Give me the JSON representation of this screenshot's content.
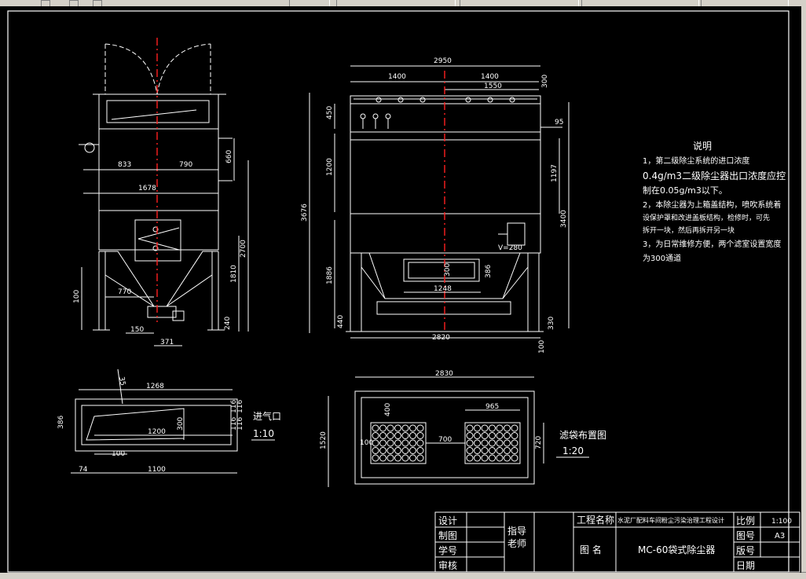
{
  "drawing": {
    "side_view_dims": {
      "d833": "833",
      "d790": "790",
      "d1678": "1678",
      "d660": "660",
      "d2700": "2700",
      "d1810": "1810",
      "d100": "100",
      "d770": "770",
      "d150": "150",
      "d371": "371",
      "d240": "240"
    },
    "front_view_dims": {
      "d2950": "2950",
      "d1400a": "1400",
      "d1400b": "1400",
      "d1550": "1550",
      "d300top": "300",
      "d450": "450",
      "d95": "95",
      "d1200": "1200",
      "d1197": "1197",
      "d3676": "3676",
      "d3400": "3400",
      "d1886": "1886",
      "d300mid": "300",
      "d386": "386",
      "d1248": "1248",
      "d440": "440",
      "d330": "330",
      "d2820": "2820",
      "d100": "100",
      "v280": "V=280"
    },
    "inlet_view": {
      "d1268": "1268",
      "d386": "386",
      "d1200": "1200",
      "d300": "300",
      "d116a": "116",
      "d116b": "116",
      "d116c": "116",
      "d116d": "116",
      "d100": "100",
      "d74": "74",
      "d1100": "1100",
      "d35": "35",
      "title": "进气口",
      "scale": "1:10"
    },
    "bag_view": {
      "d2830": "2830",
      "d400": "400",
      "d965": "965",
      "d100": "100",
      "d700": "700",
      "d720": "720",
      "d1520": "1520",
      "title": "滤袋布置图",
      "scale": "1:20"
    },
    "notes": {
      "title": "说明",
      "l1": "1，第二级除尘系统的进口浓度",
      "l2": "0.4g/m3二级除尘器出口浓度应控",
      "l3": "制在0.05g/m3以下。",
      "l4": "2，本除尘器为上箱盖结构，喷吹系统着",
      "l5": "设保护罩和改进盖板结构，检修时，可先",
      "l6": "拆开一块，然后再拆开另一块",
      "l7": "3，为日常维修方便，两个滤室设置宽度",
      "l8": "为300通道"
    }
  },
  "title_block": {
    "design": "设计",
    "draw": "制图",
    "student_no": "学号",
    "review": "审核",
    "advisor": "指导老师",
    "project_name_label": "工程名称",
    "project_name": "水泥厂配料车间粉尘污染治理工程设计",
    "figure_name_label": "图  名",
    "figure_name": "MC-60袋式除尘器",
    "scale_label": "比例",
    "scale_value": "1:100",
    "sheet_label": "图号",
    "sheet_value": "A3",
    "version_label": "版号",
    "date_label": "日期"
  }
}
